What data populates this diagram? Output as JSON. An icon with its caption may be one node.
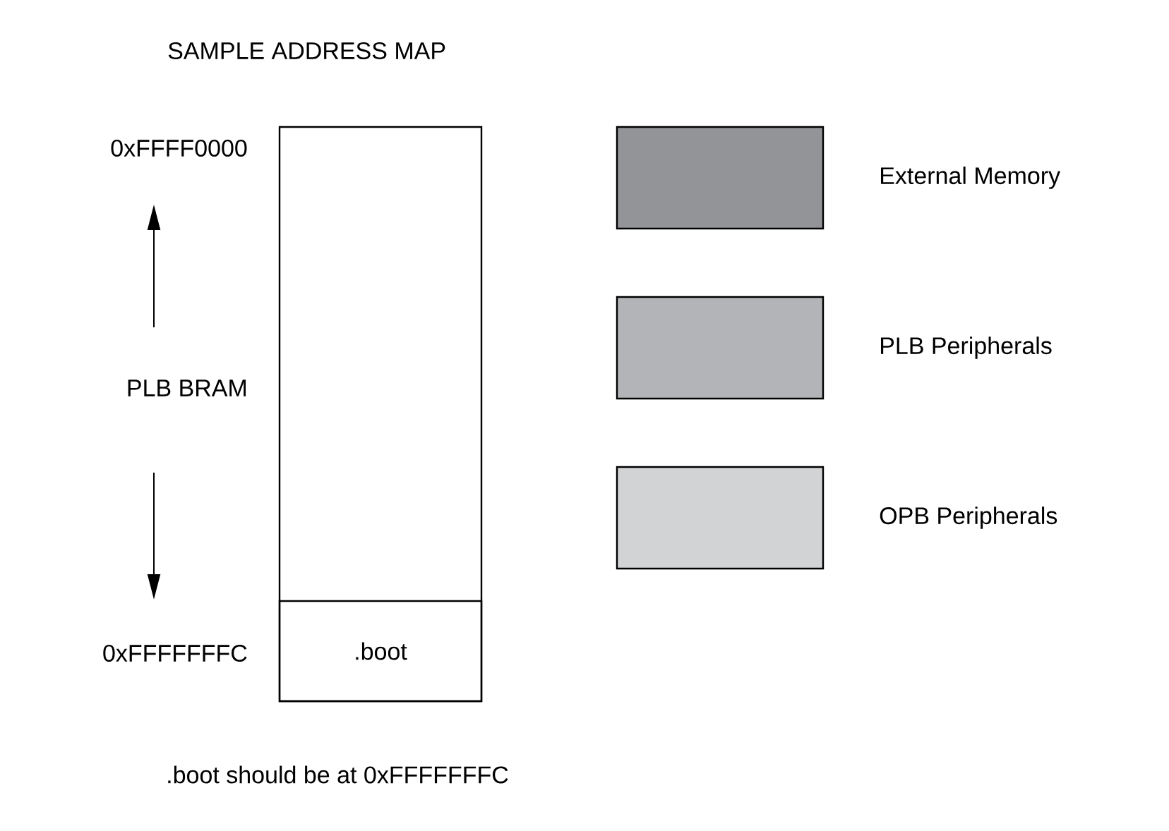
{
  "diagram": {
    "title": "SAMPLE ADDRESS MAP",
    "caption": ".boot should be at 0xFFFFFFFC",
    "nodes": [
      {
        "text": [],
        "shape": "box"
      },
      {
        "text": [
          ".boot"
        ],
        "in": 0
      }
    ],
    "labels": [
      "0xFFFF0000",
      "PLB BRAM",
      "0xFFFFFFFC"
    ],
    "legend": [
      {
        "text": "External Memory",
        "color": "#939498"
      },
      {
        "text": "PLB Peripherals",
        "color": "#b3b4b7"
      },
      {
        "text": "OPB Peripherals",
        "color": "#d2d3d5"
      }
    ]
  }
}
